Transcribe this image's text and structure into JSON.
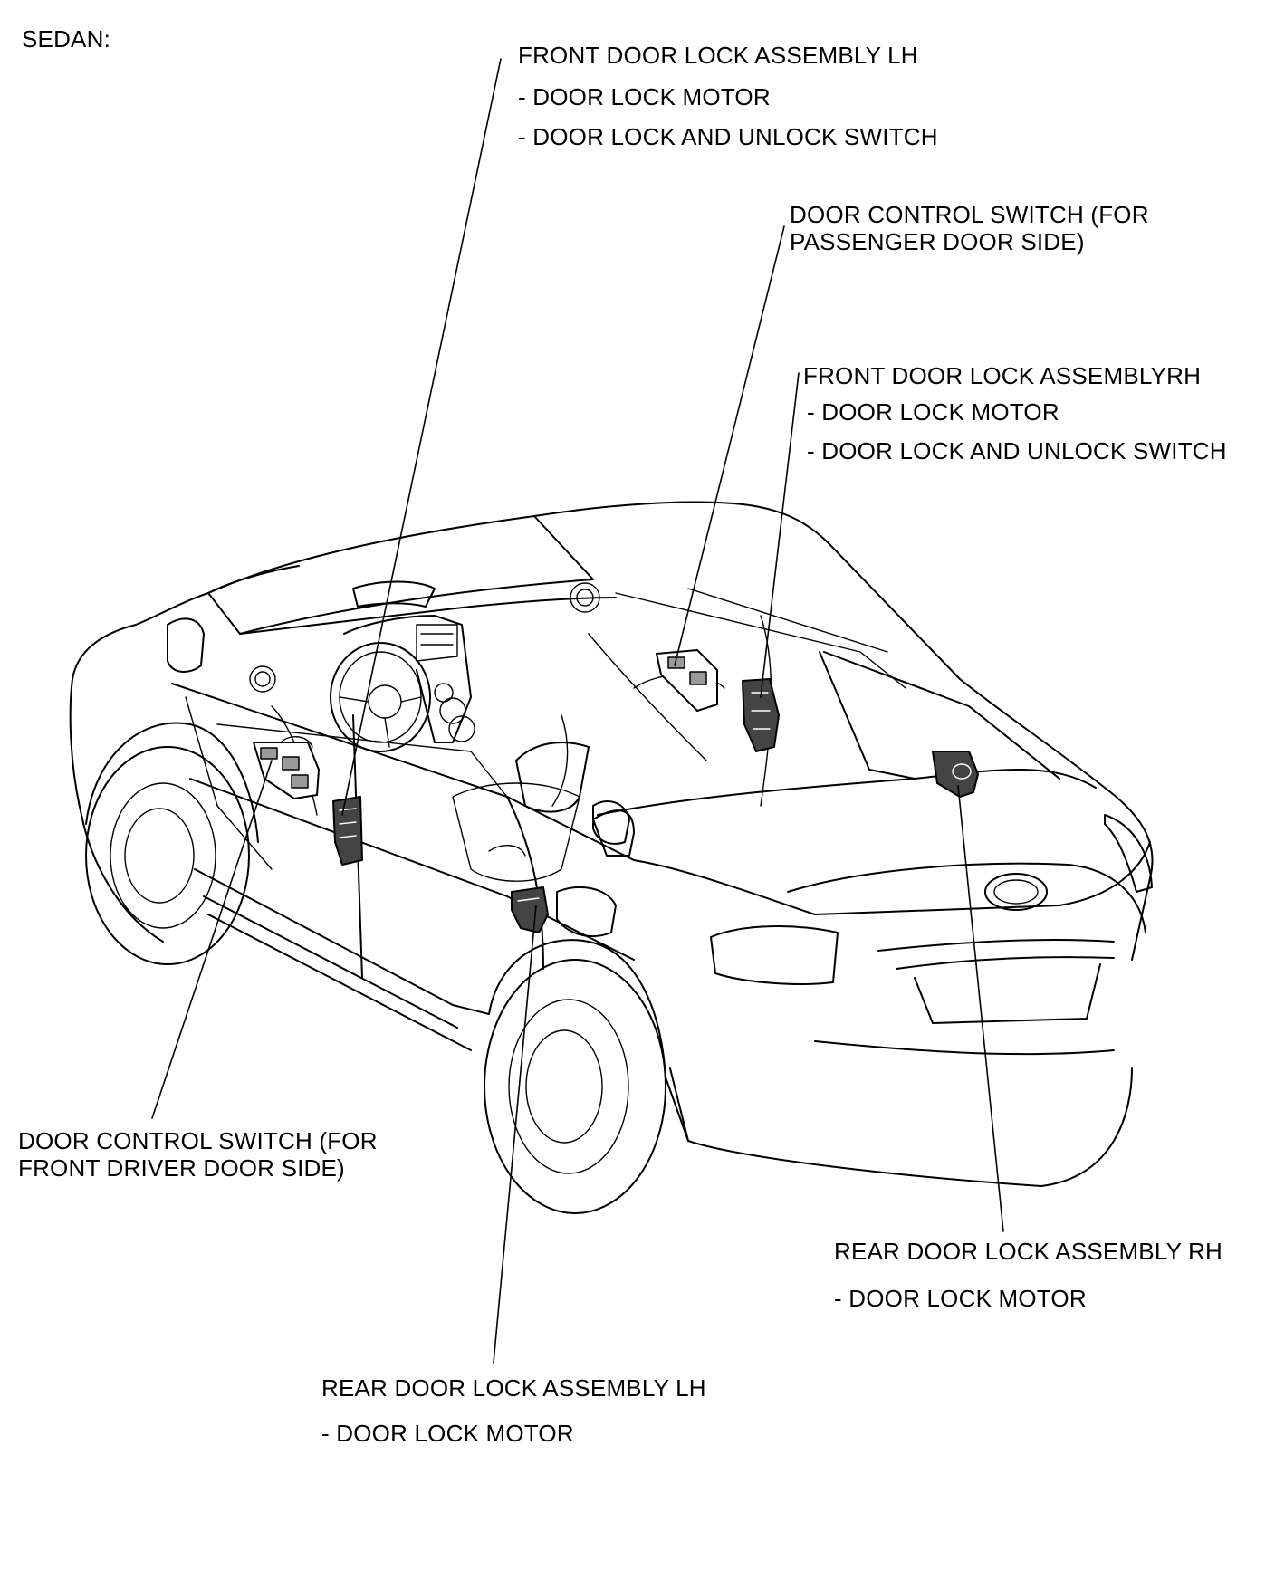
{
  "title": "SEDAN:",
  "callouts": {
    "front_lh": {
      "title": "FRONT DOOR LOCK ASSEMBLY LH",
      "items": [
        "- DOOR LOCK MOTOR",
        "- DOOR LOCK AND UNLOCK SWITCH"
      ]
    },
    "passenger_switch": {
      "lines": [
        "DOOR CONTROL SWITCH (FOR",
        "PASSENGER DOOR SIDE)"
      ]
    },
    "front_rh": {
      "title": "FRONT DOOR LOCK ASSEMBLYRH",
      "items": [
        "- DOOR LOCK MOTOR",
        "- DOOR LOCK AND UNLOCK SWITCH"
      ]
    },
    "driver_switch": {
      "lines": [
        "DOOR CONTROL SWITCH (FOR",
        "FRONT DRIVER DOOR SIDE)"
      ]
    },
    "rear_rh": {
      "title": "REAR DOOR LOCK ASSEMBLY RH",
      "items": [
        "- DOOR LOCK MOTOR"
      ]
    },
    "rear_lh": {
      "title": "REAR DOOR LOCK ASSEMBLY LH",
      "items": [
        "- DOOR LOCK MOTOR"
      ]
    }
  }
}
